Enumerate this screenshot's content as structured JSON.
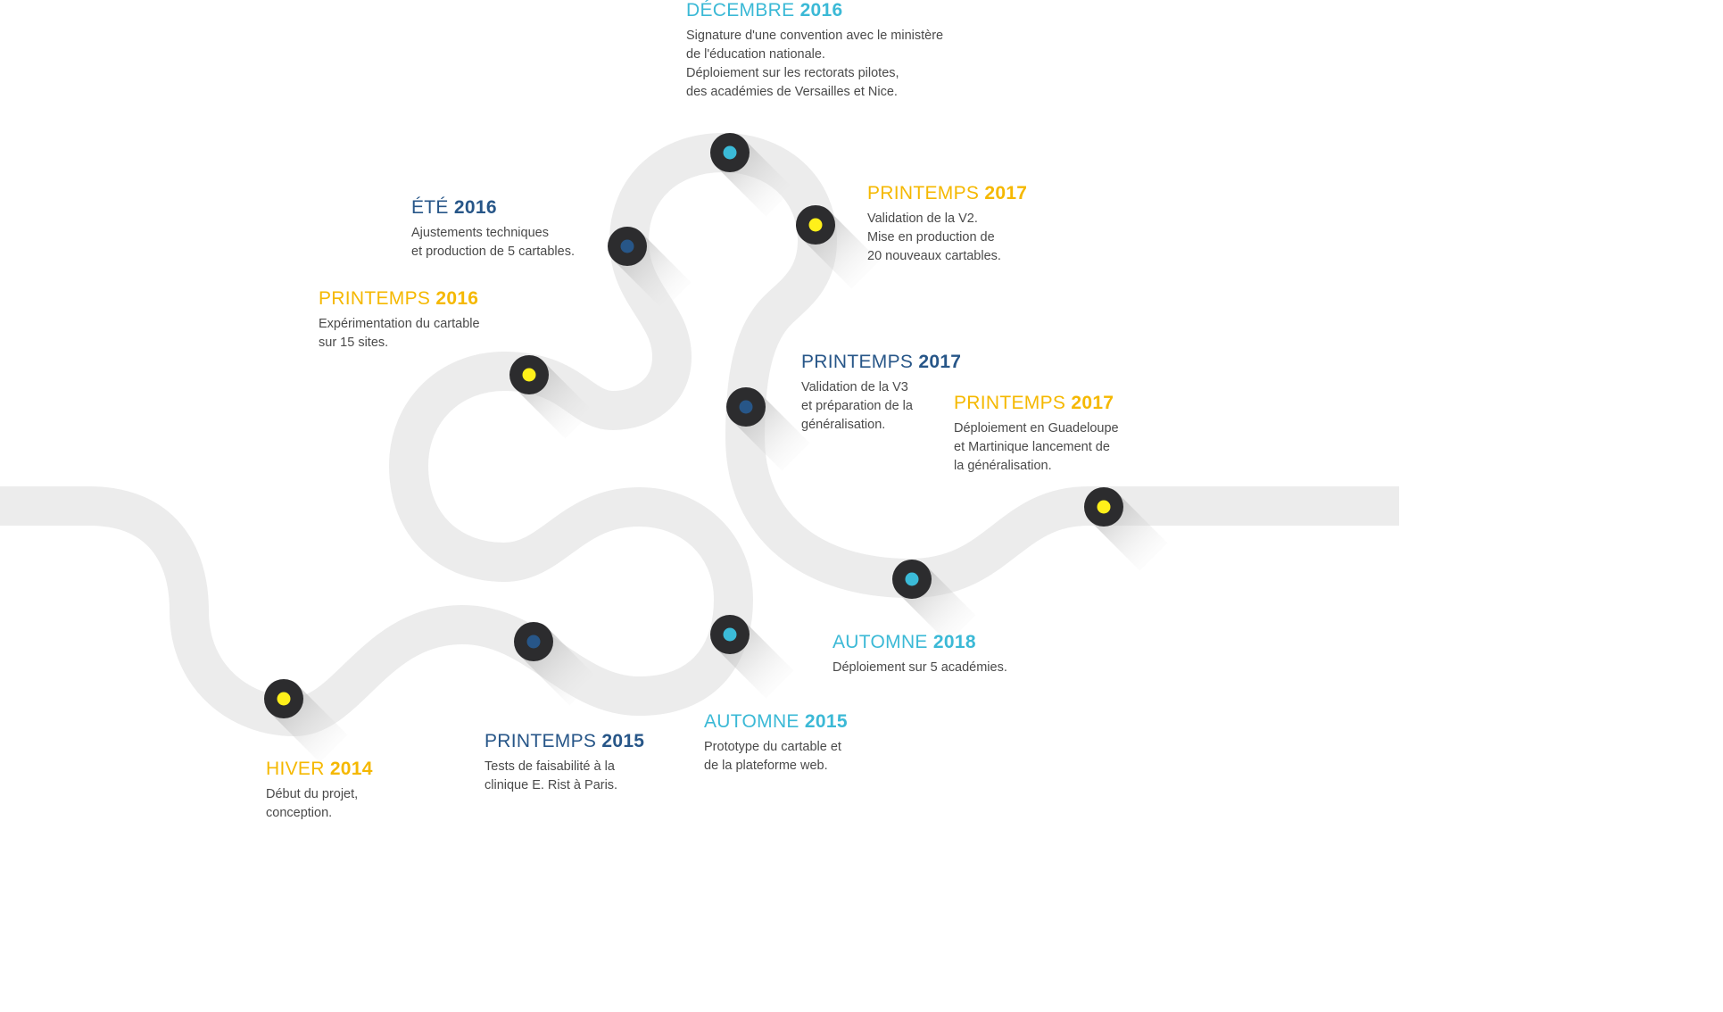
{
  "colors": {
    "road": "#ececec",
    "marker": "#2c2c2e",
    "shadow": "#bdbdbd",
    "yellow": "#f5b800",
    "navy": "#275688",
    "cyan": "#3bb9d6",
    "dot_yellow": "#fff01a",
    "dot_navy": "#275688",
    "dot_cyan": "#3bbbd8"
  },
  "milestones": [
    {
      "season": "HIVER",
      "year": "2014",
      "color": "yellow",
      "lines": [
        "Début du projet,",
        "conception."
      ]
    },
    {
      "season": "PRINTEMPS",
      "year": "2015",
      "color": "navy",
      "lines": [
        "Tests de faisabilité à la",
        "clinique E. Rist à Paris."
      ]
    },
    {
      "season": "AUTOMNE",
      "year": "2015",
      "color": "cyan",
      "lines": [
        "Prototype du cartable et",
        "de la plateforme web."
      ]
    },
    {
      "season": "PRINTEMPS",
      "year": "2016",
      "color": "yellow",
      "lines": [
        "Expérimentation du cartable",
        "sur 15 sites."
      ]
    },
    {
      "season": "ÉTÉ",
      "year": "2016",
      "color": "navy",
      "lines": [
        "Ajustements techniques",
        "et production de 5 cartables."
      ]
    },
    {
      "season": "DÉCEMBRE",
      "year": "2016",
      "color": "cyan",
      "lines": [
        "Signature d'une convention avec le ministère",
        "de l'éducation nationale.",
        "Déploiement sur les rectorats pilotes,",
        "des académies de Versailles et Nice."
      ]
    },
    {
      "season": "PRINTEMPS",
      "year": "2017",
      "color": "yellow",
      "lines": [
        "Validation de la V2.",
        "Mise en production de",
        "20 nouveaux cartables."
      ]
    },
    {
      "season": "PRINTEMPS",
      "year": "2017",
      "color": "navy",
      "lines": [
        "Validation de la V3",
        "et préparation de la",
        "généralisation."
      ]
    },
    {
      "season": "PRINTEMPS",
      "year": "2017",
      "color": "yellow",
      "lines": [
        "Déploiement en Guadeloupe",
        "et Martinique lancement de",
        "la généralisation."
      ]
    },
    {
      "season": "AUTOMNE",
      "year": "2018",
      "color": "cyan",
      "lines": [
        "Déploiement sur 5 académies."
      ]
    }
  ],
  "markers": [
    {
      "dot": "yellow"
    },
    {
      "dot": "navy"
    },
    {
      "dot": "cyan"
    },
    {
      "dot": "yellow"
    },
    {
      "dot": "navy"
    },
    {
      "dot": "cyan"
    },
    {
      "dot": "yellow"
    },
    {
      "dot": "navy"
    },
    {
      "dot": "cyan"
    },
    {
      "dot": "yellow"
    }
  ]
}
